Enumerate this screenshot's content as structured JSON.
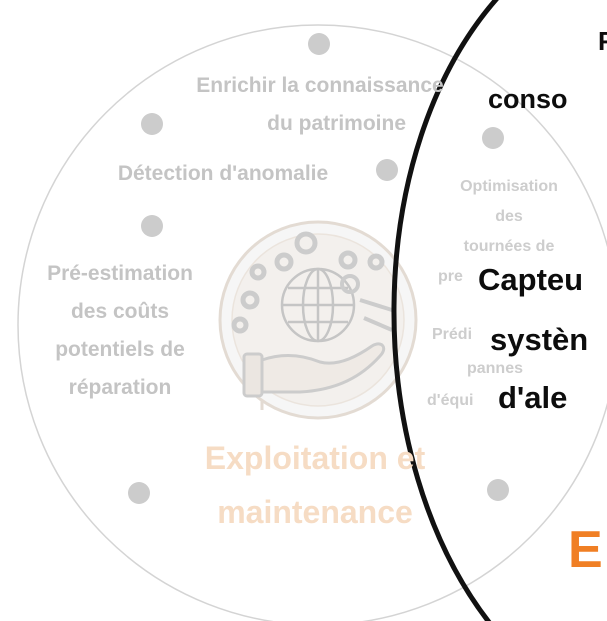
{
  "colors": {
    "faded_text": "#c4c4c4",
    "faded_circle": "#cfcfcf",
    "dot": "#cccccc",
    "dark_text": "#0d0d0d",
    "orange": "#f07f24",
    "orange_faded": "#f6dcc4",
    "arc": "#111111"
  },
  "left_section": {
    "items": [
      "Enrichir la connaissance",
      "du patrimoine",
      "Détection d'anomalie",
      "Pré-estimation",
      "des coûts",
      "potentiels de",
      "réparation"
    ],
    "center_icon": "globe-gears-hand-icon",
    "title_line1": "Exploitation et",
    "title_line2": "maintenance"
  },
  "mid_section": {
    "item1": [
      "Optimisation",
      "des",
      "tournées de",
      "pre"
    ],
    "item2": [
      "Prédi",
      "pannes",
      "d'équi"
    ]
  },
  "right_section": {
    "line_top_r": "F",
    "line_conso": "conso",
    "capteur": "Capteu",
    "systeme": "systèn",
    "alerte": "d'ale",
    "big_letter": "E"
  }
}
